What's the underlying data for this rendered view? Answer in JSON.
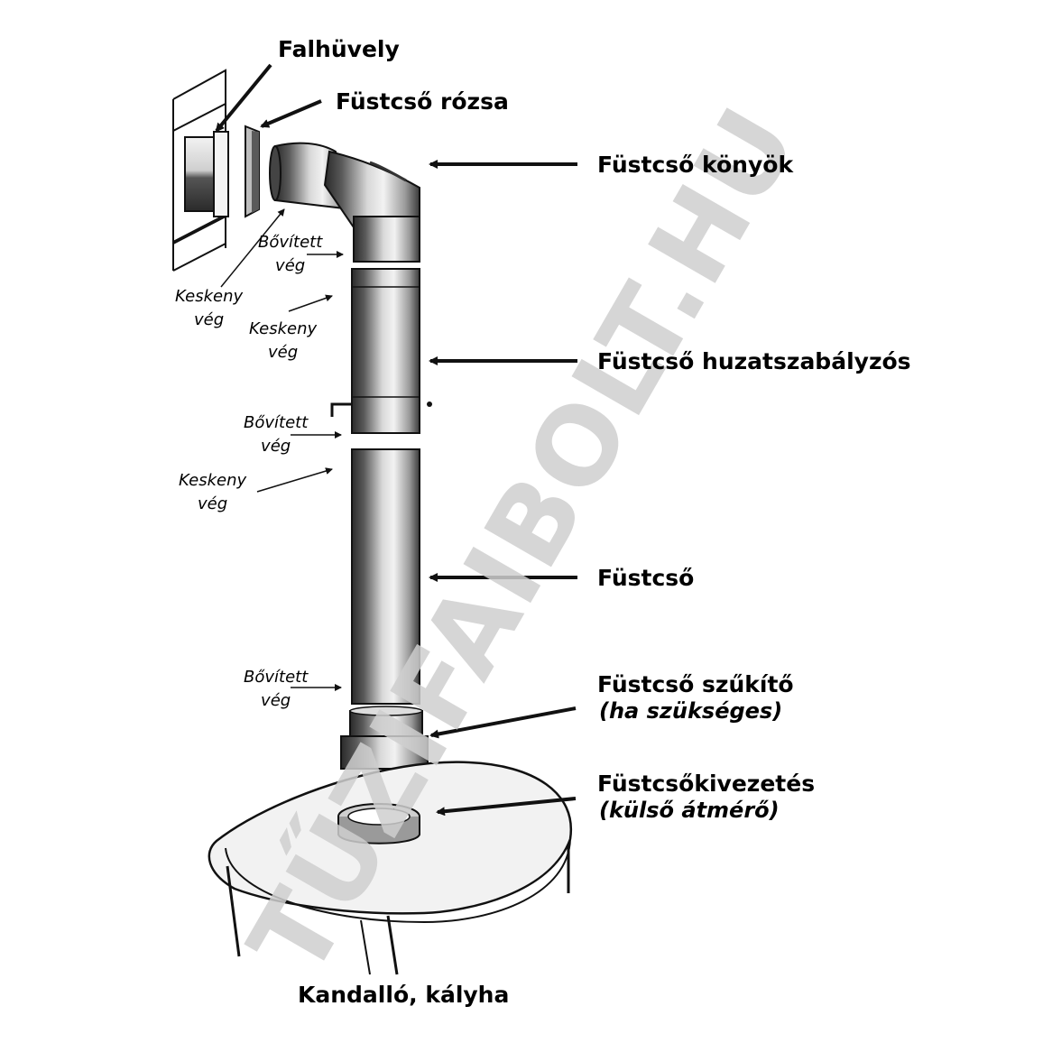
{
  "labels": {
    "falhuvely": "Falhüvely",
    "rozsa": "Füstcső rózsa",
    "konyok": "Füstcső könyök",
    "huzatszabalyzos": "Füstcső huzatszabályzós",
    "fustcso": "Füstcső",
    "szukito": "Füstcső szűkítő",
    "szukito_note": "(ha szükséges)",
    "kivezetes": "Füstcsőkivezetés",
    "kivezetes_note": "(külső átmérő)",
    "kandallo": "Kandalló, kályha"
  },
  "end_notes": {
    "bovitett_1": [
      "Bővített",
      "vég"
    ],
    "keskeny_1": [
      "Keskeny",
      "vég"
    ],
    "keskeny_2": [
      "Keskeny",
      "vég"
    ],
    "bovitett_2": [
      "Bővített",
      "vég"
    ],
    "keskeny_3": [
      "Keskeny",
      "vég"
    ],
    "bovitett_3": [
      "Bővített",
      "vég"
    ]
  },
  "watermark": "TŰZIFAIBOLT.HU",
  "colors": {
    "ink": "#111111",
    "pipe_dark": "#3a3a3a",
    "pipe_mid": "#8a8a8a",
    "pipe_light": "#e8e8e8",
    "watermark": "#cfcfcf"
  }
}
